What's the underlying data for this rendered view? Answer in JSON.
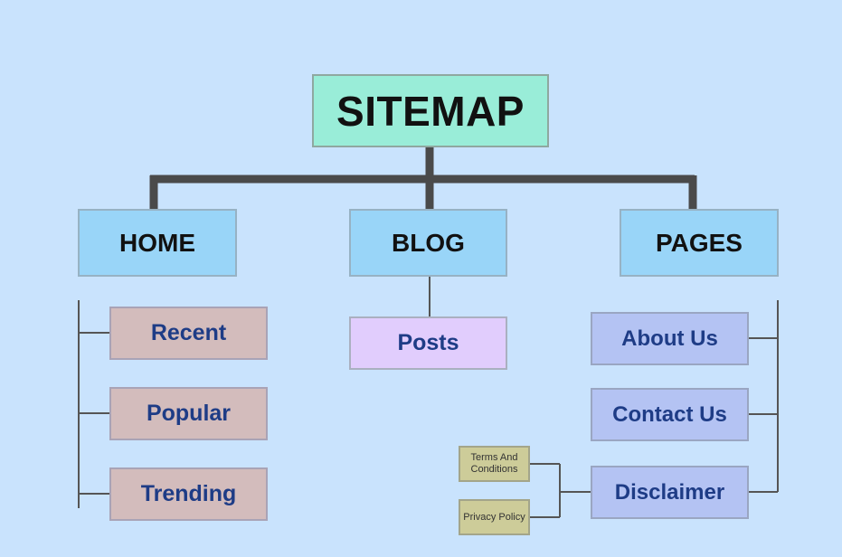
{
  "diagram": {
    "root": "SITEMAP",
    "sections": [
      {
        "label": "HOME",
        "children": [
          "Recent",
          "Popular",
          "Trending"
        ]
      },
      {
        "label": "BLOG",
        "children": [
          "Posts"
        ]
      },
      {
        "label": "PAGES",
        "children": [
          "About Us",
          "Contact Us",
          "Disclaimer"
        ]
      }
    ],
    "disclaimer_children": [
      "Terms And Conditions",
      "Privacy Policy"
    ]
  },
  "colors": {
    "background": "#c9e3fd",
    "root_fill": "#99edd8",
    "section_fill": "#99d5f8",
    "home_child_fill": "#d3bcbc",
    "blog_child_fill": "#e1cdfd",
    "pages_child_fill": "#b4c3f3",
    "sub_child_fill": "#cdcc99",
    "child_text": "#1e3c86",
    "connector_thick": "#4a4a4a",
    "connector_thin": "#555555"
  }
}
